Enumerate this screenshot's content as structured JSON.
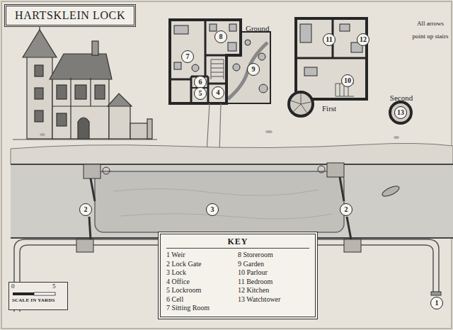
{
  "diagram": {
    "title": "HARTSKLEIN LOCK",
    "nodes": [
      {
        "text": [
          "8"
        ]
      },
      {
        "text": [
          "11"
        ]
      },
      {
        "text": [
          "12"
        ]
      },
      {
        "text": [
          "7"
        ]
      },
      {
        "text": [
          "9"
        ]
      },
      {
        "text": [
          "10"
        ]
      },
      {
        "text": [
          "6"
        ]
      },
      {
        "text": [
          "5"
        ]
      },
      {
        "text": [
          "4"
        ]
      },
      {
        "text": [
          "13"
        ]
      },
      {
        "text": [
          "2"
        ]
      },
      {
        "text": [
          "3"
        ]
      },
      {
        "text": [
          "2"
        ]
      },
      {
        "text": [
          "KEY",
          "1 Weir",
          "2 Lock Gate",
          "3 Lock",
          "4 Office",
          "5 Lockroom",
          "6 Cell",
          "7 Sitting Room",
          "8 Storeroom",
          "9 Garden",
          "10 Parlour",
          "11 Bedroom",
          "12 Kitchen",
          "13 Watchtower"
        ]
      },
      {
        "text": [
          "1"
        ]
      },
      {
        "text": [
          "0",
          "5",
          "SCALE IN YARDS"
        ]
      }
    ],
    "labels": [
      "Ground",
      "First",
      "Second",
      "All arrows point up stairs"
    ]
  }
}
